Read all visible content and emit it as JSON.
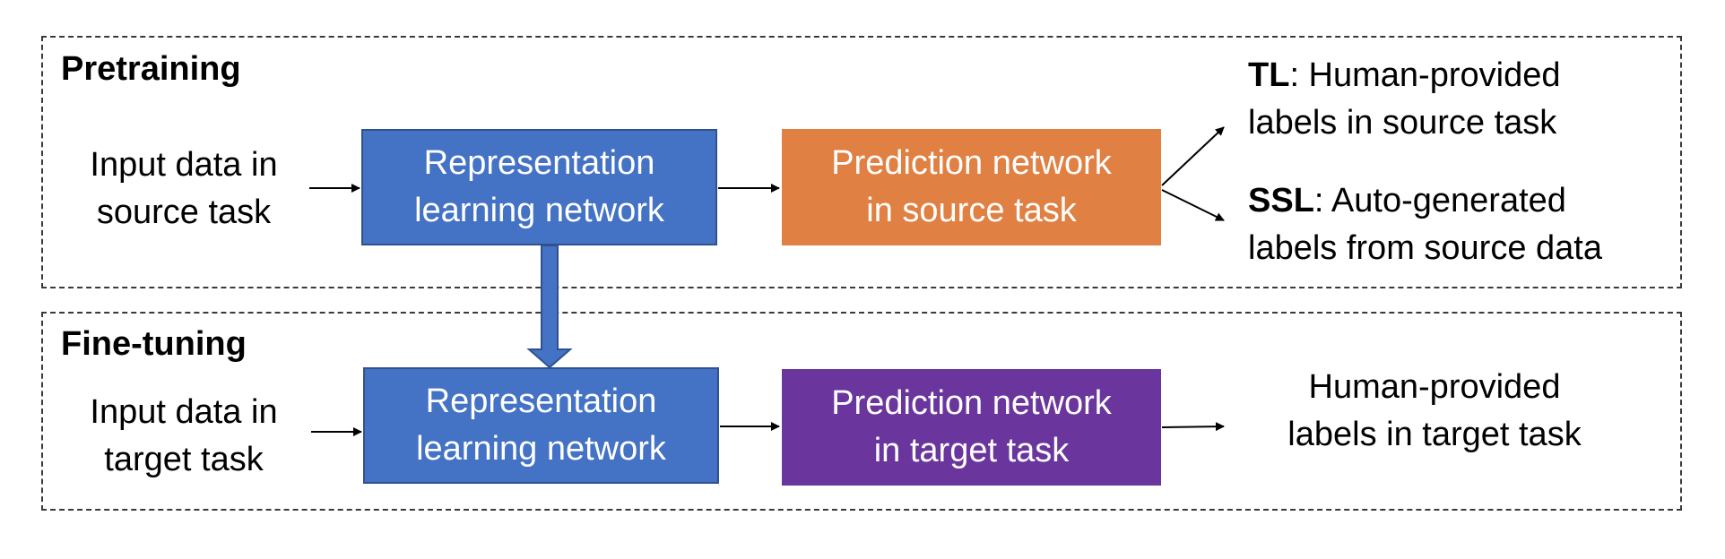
{
  "colors": {
    "representation_box": "#4472c4",
    "source_prediction_box": "#e08043",
    "target_prediction_box": "#6a359c",
    "dashed_border": "#3a3a3a"
  },
  "pretraining": {
    "title": "Pretraining",
    "input_line1": "Input data in",
    "input_line2": "source task",
    "representation_line1": "Representation",
    "representation_line2": "learning network",
    "prediction_line1": "Prediction network",
    "prediction_line2": "in source task",
    "tl_prefix": "TL",
    "tl_line1_rest": ": Human-provided",
    "tl_line2": "labels in source task",
    "ssl_prefix": "SSL",
    "ssl_line1_rest": ": Auto-generated",
    "ssl_line2": "labels from source data"
  },
  "finetuning": {
    "title": "Fine-tuning",
    "input_line1": "Input data in",
    "input_line2": "target task",
    "representation_line1": "Representation",
    "representation_line2": "learning network",
    "prediction_line1": "Prediction network",
    "prediction_line2": "in target task",
    "output_line1": "Human-provided",
    "output_line2": "labels in target task"
  }
}
